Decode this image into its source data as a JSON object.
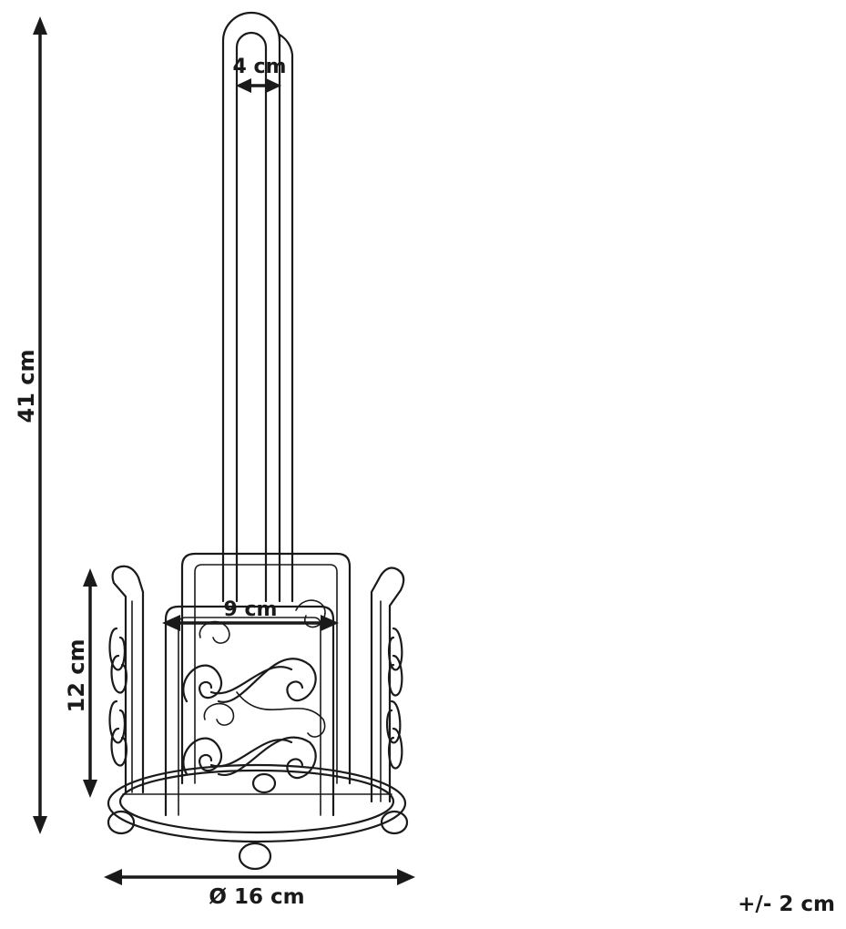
{
  "dimensions": {
    "height_total": "41 cm",
    "height_base": "12 cm",
    "tube_width": "4 cm",
    "inner_width": "9 cm",
    "base_diameter": "Ø 16 cm"
  },
  "tolerance": "+/- 2 cm",
  "colors": {
    "line": "#1a1a1a",
    "background": "#ffffff"
  }
}
